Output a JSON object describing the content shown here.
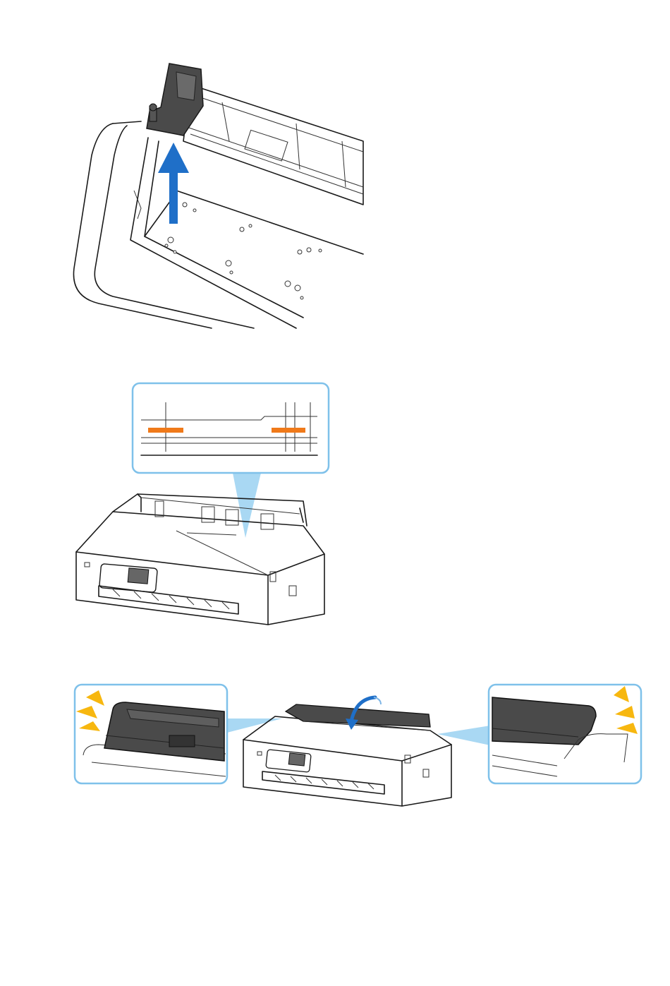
{
  "colors": {
    "arrow_blue": "#1f6fc8",
    "callout_border": "#7fc1ea",
    "callout_fill": "#a9d8f3",
    "mark_orange": "#f07a1a",
    "burst_yellow": "#f7b70f",
    "part_dark": "#4a4a4a"
  },
  "icons": [
    "up-arrow-icon",
    "rotate-arrow-icon",
    "click-burst-icon",
    "click-burst-icon"
  ],
  "steps": [
    {
      "name": "remove-holder",
      "callouts": 0
    },
    {
      "name": "check-alignment-marks",
      "callouts": 1
    },
    {
      "name": "close-top-cover",
      "callouts": 2
    }
  ]
}
